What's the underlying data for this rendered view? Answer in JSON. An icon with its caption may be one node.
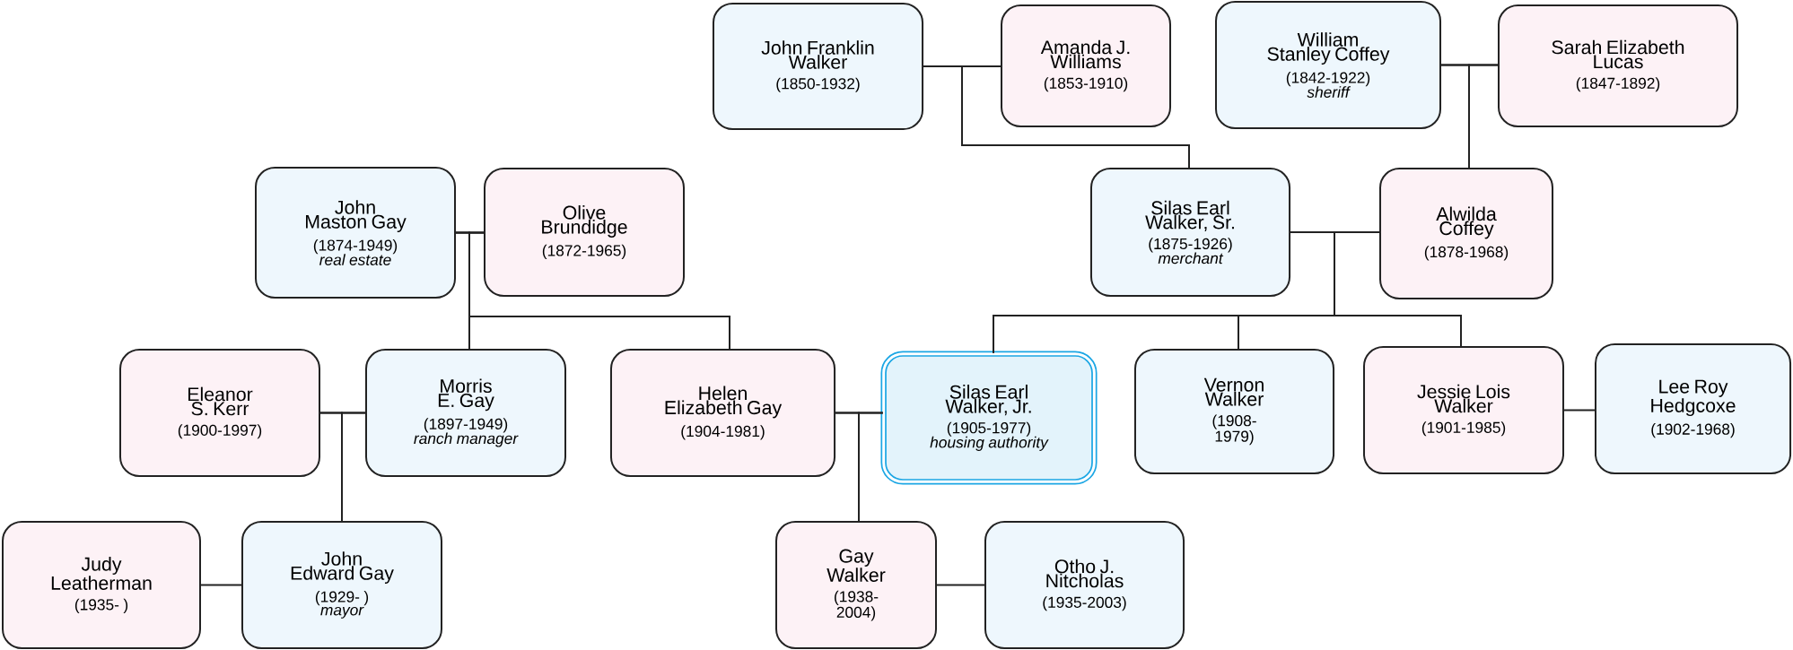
{
  "diagram": {
    "nodes": [
      {
        "text": [
          "John Franklin Walker",
          "(1850-1932)"
        ]
      },
      {
        "text": [
          "Amanda J. Williams",
          "(1853-1910)"
        ]
      },
      {
        "text": [
          "William Stanley Coffey",
          "(1842-1922)",
          "sheriff"
        ]
      },
      {
        "text": [
          "Sarah Elizabeth Lucas",
          "(1847-1892)"
        ]
      },
      {
        "text": [
          "John Maston Gay",
          "(1874-1949)",
          "real estate"
        ]
      },
      {
        "text": [
          "Olive Brundidge",
          "(1872-1965)"
        ]
      },
      {
        "text": [
          "Silas Earl Walker, Sr.",
          "(1875-1926)",
          "merchant"
        ]
      },
      {
        "text": [
          "Alwilda Coffey",
          "(1878-1968)"
        ]
      },
      {
        "text": [
          "Eleanor S. Kerr",
          "(1900-1997)"
        ]
      },
      {
        "text": [
          "Morris E. Gay",
          "(1897-1949)",
          "ranch manager"
        ]
      },
      {
        "text": [
          "Helen Elizabeth Gay",
          "(1904-1981)"
        ]
      },
      {
        "text": [
          "Silas Earl Walker, Jr.",
          "(1905-1977)",
          "housing authority"
        ]
      },
      {
        "text": [
          "Vernon Walker",
          "(1908-1979)"
        ]
      },
      {
        "text": [
          "Jessie Lois Walker",
          "(1901-1985)"
        ]
      },
      {
        "text": [
          "Lee Roy Hedgcoxe",
          "(1902-1968)"
        ]
      },
      {
        "text": [
          "Judy Leatherman",
          "(1935-    )"
        ]
      },
      {
        "text": [
          "John Edward Gay",
          "(1929-    )",
          "mayor"
        ]
      },
      {
        "text": [
          "Gay Walker",
          "(1938-2004)"
        ]
      },
      {
        "text": [
          "Otho J. Nitcholas",
          "(1935-2003)"
        ]
      }
    ],
    "edges": [
      {
        "from": 0,
        "to": 1,
        "arrow": "none"
      },
      {
        "from": 2,
        "to": 3,
        "arrow": "none"
      },
      {
        "from": 4,
        "to": 5,
        "arrow": "none"
      },
      {
        "from": 6,
        "to": 7,
        "arrow": "none"
      },
      {
        "from": 8,
        "to": 9,
        "arrow": "none"
      },
      {
        "from": 10,
        "to": 11,
        "arrow": "none"
      },
      {
        "from": 13,
        "to": 14,
        "arrow": "none"
      },
      {
        "from": 15,
        "to": 16,
        "arrow": "none"
      },
      {
        "from": 17,
        "to": 18,
        "arrow": "none"
      },
      {
        "from": 0,
        "to": 6,
        "arrow": "none"
      },
      {
        "from": 1,
        "to": 6,
        "arrow": "none"
      },
      {
        "from": 2,
        "to": 7,
        "arrow": "none"
      },
      {
        "from": 3,
        "to": 7,
        "arrow": "none"
      },
      {
        "from": 4,
        "to": 9,
        "arrow": "none"
      },
      {
        "from": 5,
        "to": 9,
        "arrow": "none"
      },
      {
        "from": 4,
        "to": 10,
        "arrow": "none"
      },
      {
        "from": 5,
        "to": 10,
        "arrow": "none"
      },
      {
        "from": 6,
        "to": 11,
        "arrow": "none"
      },
      {
        "from": 7,
        "to": 11,
        "arrow": "none"
      },
      {
        "from": 6,
        "to": 12,
        "arrow": "none"
      },
      {
        "from": 7,
        "to": 12,
        "arrow": "none"
      },
      {
        "from": 6,
        "to": 13,
        "arrow": "none"
      },
      {
        "from": 7,
        "to": 13,
        "arrow": "none"
      },
      {
        "from": 8,
        "to": 16,
        "arrow": "none"
      },
      {
        "from": 9,
        "to": 16,
        "arrow": "none"
      },
      {
        "from": 10,
        "to": 17,
        "arrow": "none"
      },
      {
        "from": 11,
        "to": 17,
        "arrow": "none"
      }
    ]
  }
}
